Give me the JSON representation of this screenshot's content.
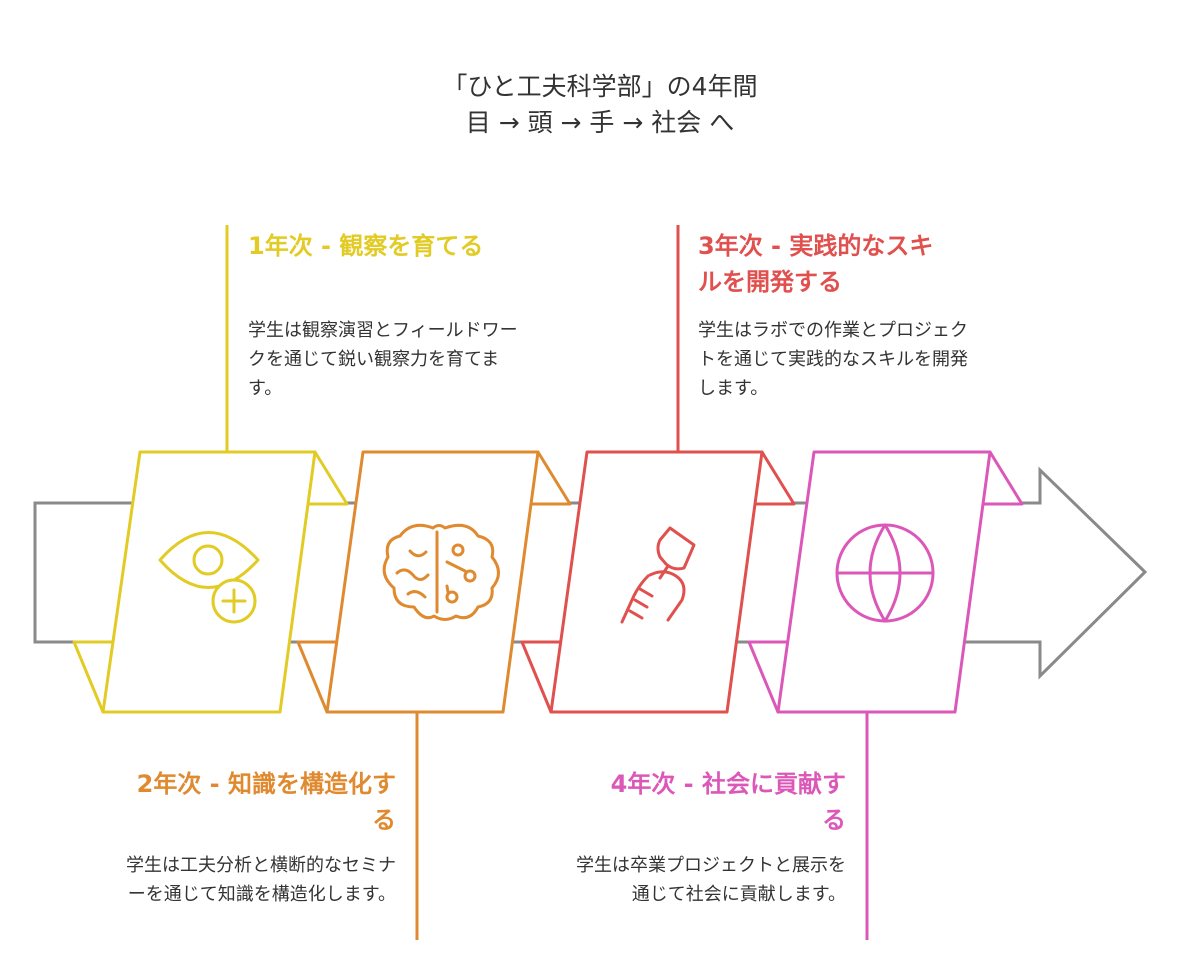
{
  "title": {
    "line1": "「ひと工夫科学部」の4年間",
    "line2": "目 → 頭 → 手 → 社会 へ"
  },
  "colors": {
    "arrow": "#8a8a8a",
    "step1": "#e2cb24",
    "step2": "#e08a30",
    "step3": "#e0504e",
    "step4": "#dc58b8"
  },
  "steps": [
    {
      "title": "1年次 - 観察を育てる",
      "description": "学生は観察演習とフィールドワークを通じて鋭い観察力を育てます。",
      "icon": "eye-plus-icon"
    },
    {
      "title": "2年次 - 知識を構造化する",
      "description": "学生は工夫分析と横断的なセミナーを通じて知識を構造化します。",
      "icon": "brain-icon"
    },
    {
      "title": "3年次 - 実践的なスキルを開発する",
      "description": "学生はラボでの作業とプロジェクトを通じて実践的なスキルを開発します。",
      "icon": "hand-tool-icon"
    },
    {
      "title": "4年次 - 社会に貢献する",
      "description": "学生は卒業プロジェクトと展示を通じて社会に貢献します。",
      "icon": "globe-icon"
    }
  ]
}
